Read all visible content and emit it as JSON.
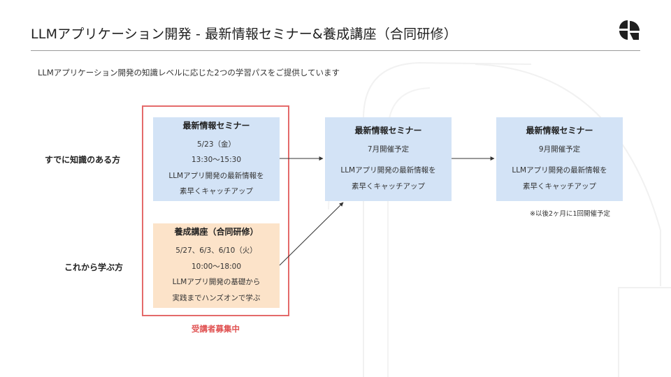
{
  "title": "LLMアプリケーション開発 - 最新情報セミナー&養成講座（合同研修）",
  "subtitle": "LLMアプリケーション開発の知識レベルに応じた2つの学習パスをご提供しています",
  "rows": {
    "experienced": "すでに知識のある方",
    "beginners": "これから学ぶ方"
  },
  "seminars": [
    {
      "title": "最新情報セミナー",
      "date": "5/23（金）",
      "time": "13:30〜15:30",
      "desc1": "LLMアプリ開発の最新情報を",
      "desc2": "素早くキャッチアップ"
    },
    {
      "title": "最新情報セミナー",
      "date": "7月開催予定",
      "desc1": "LLMアプリ開発の最新情報を",
      "desc2": "素早くキャッチアップ"
    },
    {
      "title": "最新情報セミナー",
      "date": "9月開催予定",
      "desc1": "LLMアプリ開発の最新情報を",
      "desc2": "素早くキャッチアップ"
    }
  ],
  "training": {
    "title": "養成講座（合同研修）",
    "dates": "5/27、6/3、6/10（火）",
    "time": "10:00〜18:00",
    "desc1": "LLMアプリ開発の基礎から",
    "desc2": "実践までハンズオンで学ぶ"
  },
  "status": "受講者募集中",
  "note": "※以後2ヶ月に1回開催予定",
  "colors": {
    "seminar_bg": "#d3e3f6",
    "training_bg": "#fce3c9",
    "highlight_frame": "#e46a6a",
    "status_text": "#e05252"
  },
  "icons": {
    "logo": "brand-logo-icon"
  }
}
